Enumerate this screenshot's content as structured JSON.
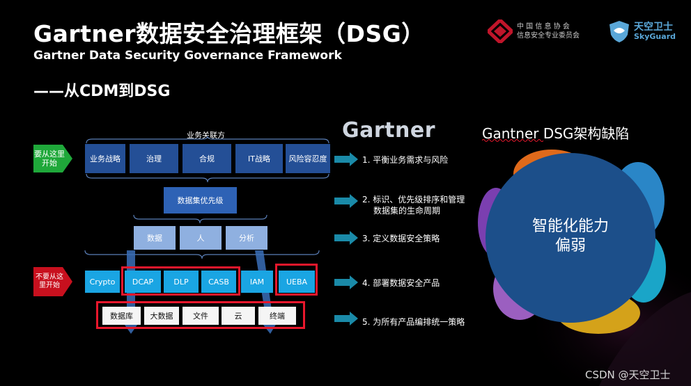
{
  "header": {
    "title": "Gartner数据安全治理框架（DSG）",
    "subtitle": "Gartner Data Security Governance Framework",
    "section": "——从CDM到DSG"
  },
  "logos": {
    "association_line1": "中 国 信 息 协 会",
    "association_line2": "信息安全专业委员会",
    "skyguard_cn": "天空卫士",
    "skyguard_en": "SkyGuard",
    "gartner": "Gartner"
  },
  "diagram": {
    "stakeholder_label": "业务关联方",
    "start_here": "要从这里开始",
    "dont_start_here": "不要从这里开始",
    "row1": [
      "业务战略",
      "治理",
      "合规",
      "IT战略",
      "风险容忍度"
    ],
    "row2": "数据集优先级",
    "row3": [
      "数据",
      "人",
      "分析"
    ],
    "row4": [
      "Crypto",
      "DCAP",
      "DLP",
      "CASB",
      "IAM",
      "UEBA"
    ],
    "row5": [
      "数据库",
      "大数据",
      "文件",
      "云",
      "终端"
    ]
  },
  "steps": [
    "1. 平衡业务需求与风险",
    "2. 标识、优先级排序和管理",
    "数据集的生命周期",
    "3. 定义数据安全策略",
    "4. 部署数据安全产品",
    "5. 为所有产品编排统一策略"
  ],
  "right_panel": {
    "heading": "Gantner DSG架构缺陷",
    "circle_line1": "智能化能力",
    "circle_line2": "偏弱"
  },
  "watermark": "CSDN @天空卫士",
  "colors": {
    "dark_box": "#244f96",
    "light_box": "#8fb0e0",
    "cyan_box": "#1aa5e3",
    "red": "#e8172c",
    "green": "#1fa83a",
    "arrow": "#1a8aa8",
    "circle": "#1c4f8a"
  }
}
